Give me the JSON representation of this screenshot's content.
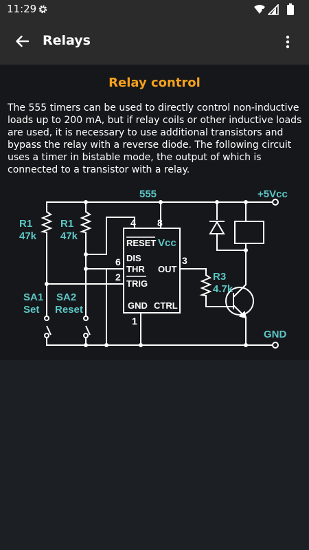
{
  "status_bar": {
    "time": "11:29"
  },
  "app_bar": {
    "title": "Relays"
  },
  "content": {
    "title": "Relay control",
    "description": "The 555 timers can be used to directly control non-inductive loads up to 200 mA, but if relay coils or other inductive loads are used, it is necessary to use additional transistors and bypass the relay with a reverse diode. The following circuit uses a timer in bistable mode, the output of which is connected to a transistor with a relay."
  },
  "circuit": {
    "chip_label": "555",
    "vcc_label": "+5Vcc",
    "gnd_label": "GND",
    "r1a_name": "R1",
    "r1a_value": "47k",
    "r1b_name": "R1",
    "r1b_value": "47k",
    "r3_name": "R3",
    "r3_value": "4.7k",
    "sa1_name": "SA1",
    "sa1_label": "Set",
    "sa2_name": "SA2",
    "sa2_label": "Reset",
    "pin_reset": "RESET",
    "pin_vcc": "Vcc",
    "pin_dis": "DIS",
    "pin_thr": "THR",
    "pin_out": "OUT",
    "pin_trig": "TRIG",
    "pin_gnd": "GND",
    "pin_ctrl": "CTRL",
    "pin_num_4": "4",
    "pin_num_8": "8",
    "pin_num_6": "6",
    "pin_num_3": "3",
    "pin_num_2": "2",
    "pin_num_1": "1"
  },
  "colors": {
    "accent": "#f5a11d",
    "label": "#5cc6c6",
    "wire": "#ffffff",
    "app_bar": "#2b2b2b",
    "background": "#1c2025"
  }
}
